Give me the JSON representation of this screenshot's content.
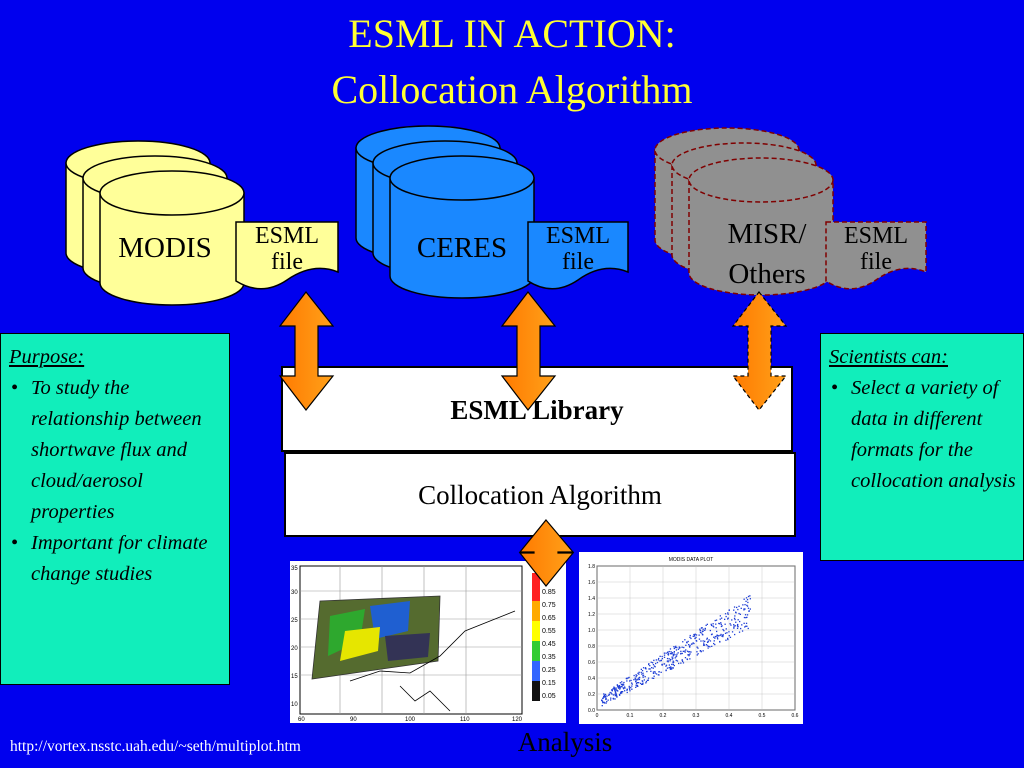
{
  "title": {
    "line1": "ESML IN ACTION:",
    "line2": "Collocation Algorithm"
  },
  "datasets": [
    {
      "label": "MODIS",
      "color": "#ffff99"
    },
    {
      "label": "CERES",
      "color": "#1a88ff"
    },
    {
      "label_line1": "MISR/",
      "label_line2": "Others",
      "color": "#909090"
    }
  ],
  "esml_file": {
    "line1": "ESML",
    "line2": "file"
  },
  "purpose": {
    "heading": "Purpose:",
    "bullets": [
      "To study the relationship between shortwave flux and cloud/aerosol properties",
      "Important for climate change studies"
    ]
  },
  "scientists": {
    "heading": "Scientists can:",
    "bullets": [
      "Select a variety of data in different formats for the collocation analysis"
    ]
  },
  "library": {
    "label": "ESML Library"
  },
  "algorithm": {
    "label": "Collocation Algorithm"
  },
  "map_plot": {
    "colorbar_labels": [
      "0.85",
      "0.75",
      "0.65",
      "0.55",
      "0.45",
      "0.35",
      "0.25",
      "0.15",
      "0.05"
    ],
    "y_ticks": [
      "35",
      "30",
      "25",
      "20",
      "15",
      "10"
    ],
    "x_ticks": [
      "60",
      "90",
      "100",
      "110",
      "120"
    ]
  },
  "scatter_plot": {
    "title": "MODIS DATA PLOT",
    "y_ticks": [
      "1.8",
      "1.6",
      "1.4",
      "1.2",
      "1.0",
      "0.8",
      "0.6",
      "0.4",
      "0.2",
      "0.0"
    ],
    "x_ticks": [
      "0",
      "0.1",
      "0.2",
      "0.3",
      "0.4",
      "0.5",
      "0.6"
    ]
  },
  "analysis_label": "Analysis",
  "footer_url": "http://vortex.nsstc.uah.edu/~seth/multiplot.htm",
  "colors": {
    "background": "#0000ee",
    "title": "#ffff33",
    "sidebox": "#11eebb",
    "arrow": "#ff8800"
  }
}
